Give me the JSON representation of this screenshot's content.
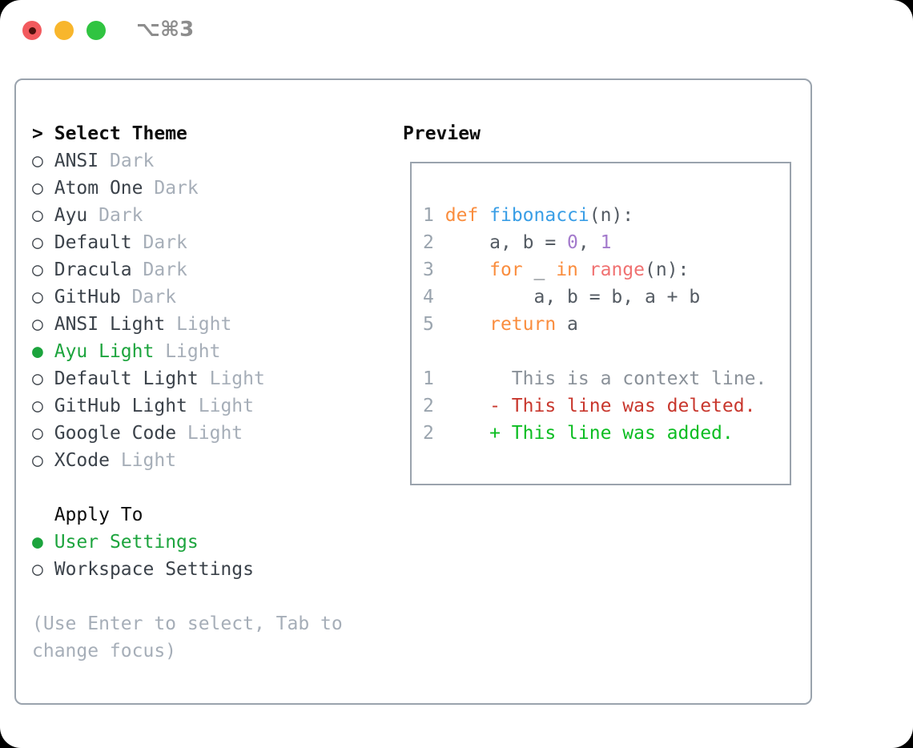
{
  "window": {
    "shortcut": "⌥⌘3",
    "traffic_lights": [
      {
        "name": "close-button",
        "color_key": "traffic_red"
      },
      {
        "name": "minimize-button",
        "color_key": "traffic_yellow"
      },
      {
        "name": "zoom-button",
        "color_key": "traffic_green"
      }
    ]
  },
  "theme_panel": {
    "header": {
      "prompt": ">",
      "label": "Select Theme"
    },
    "items": [
      {
        "name": "ANSI",
        "tag": "Dark",
        "selected": false
      },
      {
        "name": "Atom One",
        "tag": "Dark",
        "selected": false
      },
      {
        "name": "Ayu",
        "tag": "Dark",
        "selected": false
      },
      {
        "name": "Default",
        "tag": "Dark",
        "selected": false
      },
      {
        "name": "Dracula",
        "tag": "Dark",
        "selected": false
      },
      {
        "name": "GitHub",
        "tag": "Dark",
        "selected": false
      },
      {
        "name": "ANSI Light",
        "tag": "Light",
        "selected": false
      },
      {
        "name": "Ayu Light",
        "tag": "Light",
        "selected": true
      },
      {
        "name": "Default Light",
        "tag": "Light",
        "selected": false
      },
      {
        "name": "GitHub Light",
        "tag": "Light",
        "selected": false
      },
      {
        "name": "Google Code",
        "tag": "Light",
        "selected": false
      },
      {
        "name": "XCode",
        "tag": "Light",
        "selected": false
      }
    ],
    "apply_to": {
      "header": "Apply To",
      "options": [
        {
          "name": "User Settings",
          "selected": true
        },
        {
          "name": "Workspace Settings",
          "selected": false
        }
      ]
    },
    "hint": "(Use Enter to select, Tab to change focus)"
  },
  "preview": {
    "label": "Preview",
    "code_lines": [
      {
        "num": "1",
        "tokens": [
          {
            "t": "def",
            "c": "keyword"
          },
          {
            "t": " ",
            "c": "plain"
          },
          {
            "t": "fibonacci",
            "c": "function"
          },
          {
            "t": "(n):",
            "c": "plain"
          }
        ]
      },
      {
        "num": "2",
        "tokens": [
          {
            "t": "    a, b = ",
            "c": "plain"
          },
          {
            "t": "0",
            "c": "number"
          },
          {
            "t": ", ",
            "c": "plain"
          },
          {
            "t": "1",
            "c": "number"
          }
        ]
      },
      {
        "num": "3",
        "tokens": [
          {
            "t": "    ",
            "c": "plain"
          },
          {
            "t": "for",
            "c": "keyword"
          },
          {
            "t": " _ ",
            "c": "plain"
          },
          {
            "t": "in",
            "c": "keyword"
          },
          {
            "t": " ",
            "c": "plain"
          },
          {
            "t": "range",
            "c": "builtin"
          },
          {
            "t": "(n):",
            "c": "plain"
          }
        ]
      },
      {
        "num": "4",
        "tokens": [
          {
            "t": "        a, b = b, a + b",
            "c": "plain"
          }
        ]
      },
      {
        "num": "5",
        "tokens": [
          {
            "t": "    ",
            "c": "plain"
          },
          {
            "t": "return",
            "c": "keyword"
          },
          {
            "t": " a",
            "c": "plain"
          }
        ]
      }
    ],
    "diff_lines": [
      {
        "num": "1",
        "kind": "context",
        "text": "      This is a context line."
      },
      {
        "num": "2",
        "kind": "deleted",
        "text": "    - This line was deleted."
      },
      {
        "num": "2",
        "kind": "added",
        "text": "    + This line was added."
      }
    ]
  },
  "colors": {
    "black": "#0d0d0d",
    "text": "#3b424a",
    "marker": "#41474e",
    "muted": "#a6aeb8",
    "green": "#1ca43d",
    "border": "#9aa3ad",
    "shortcut": "#8d8d8d",
    "line_number": "#9aa4ae",
    "code_text": "#545b63",
    "keyword": "#fa8d3e",
    "function": "#399ee6",
    "number": "#a37acc",
    "builtin": "#f07171",
    "context": "#8a9199",
    "deleted": "#c8372d",
    "added": "#0cbd22",
    "traffic_red": "#f25a5e",
    "traffic_red_dot": "#4f110d",
    "traffic_yellow": "#f8b62c",
    "traffic_green": "#30c441"
  }
}
